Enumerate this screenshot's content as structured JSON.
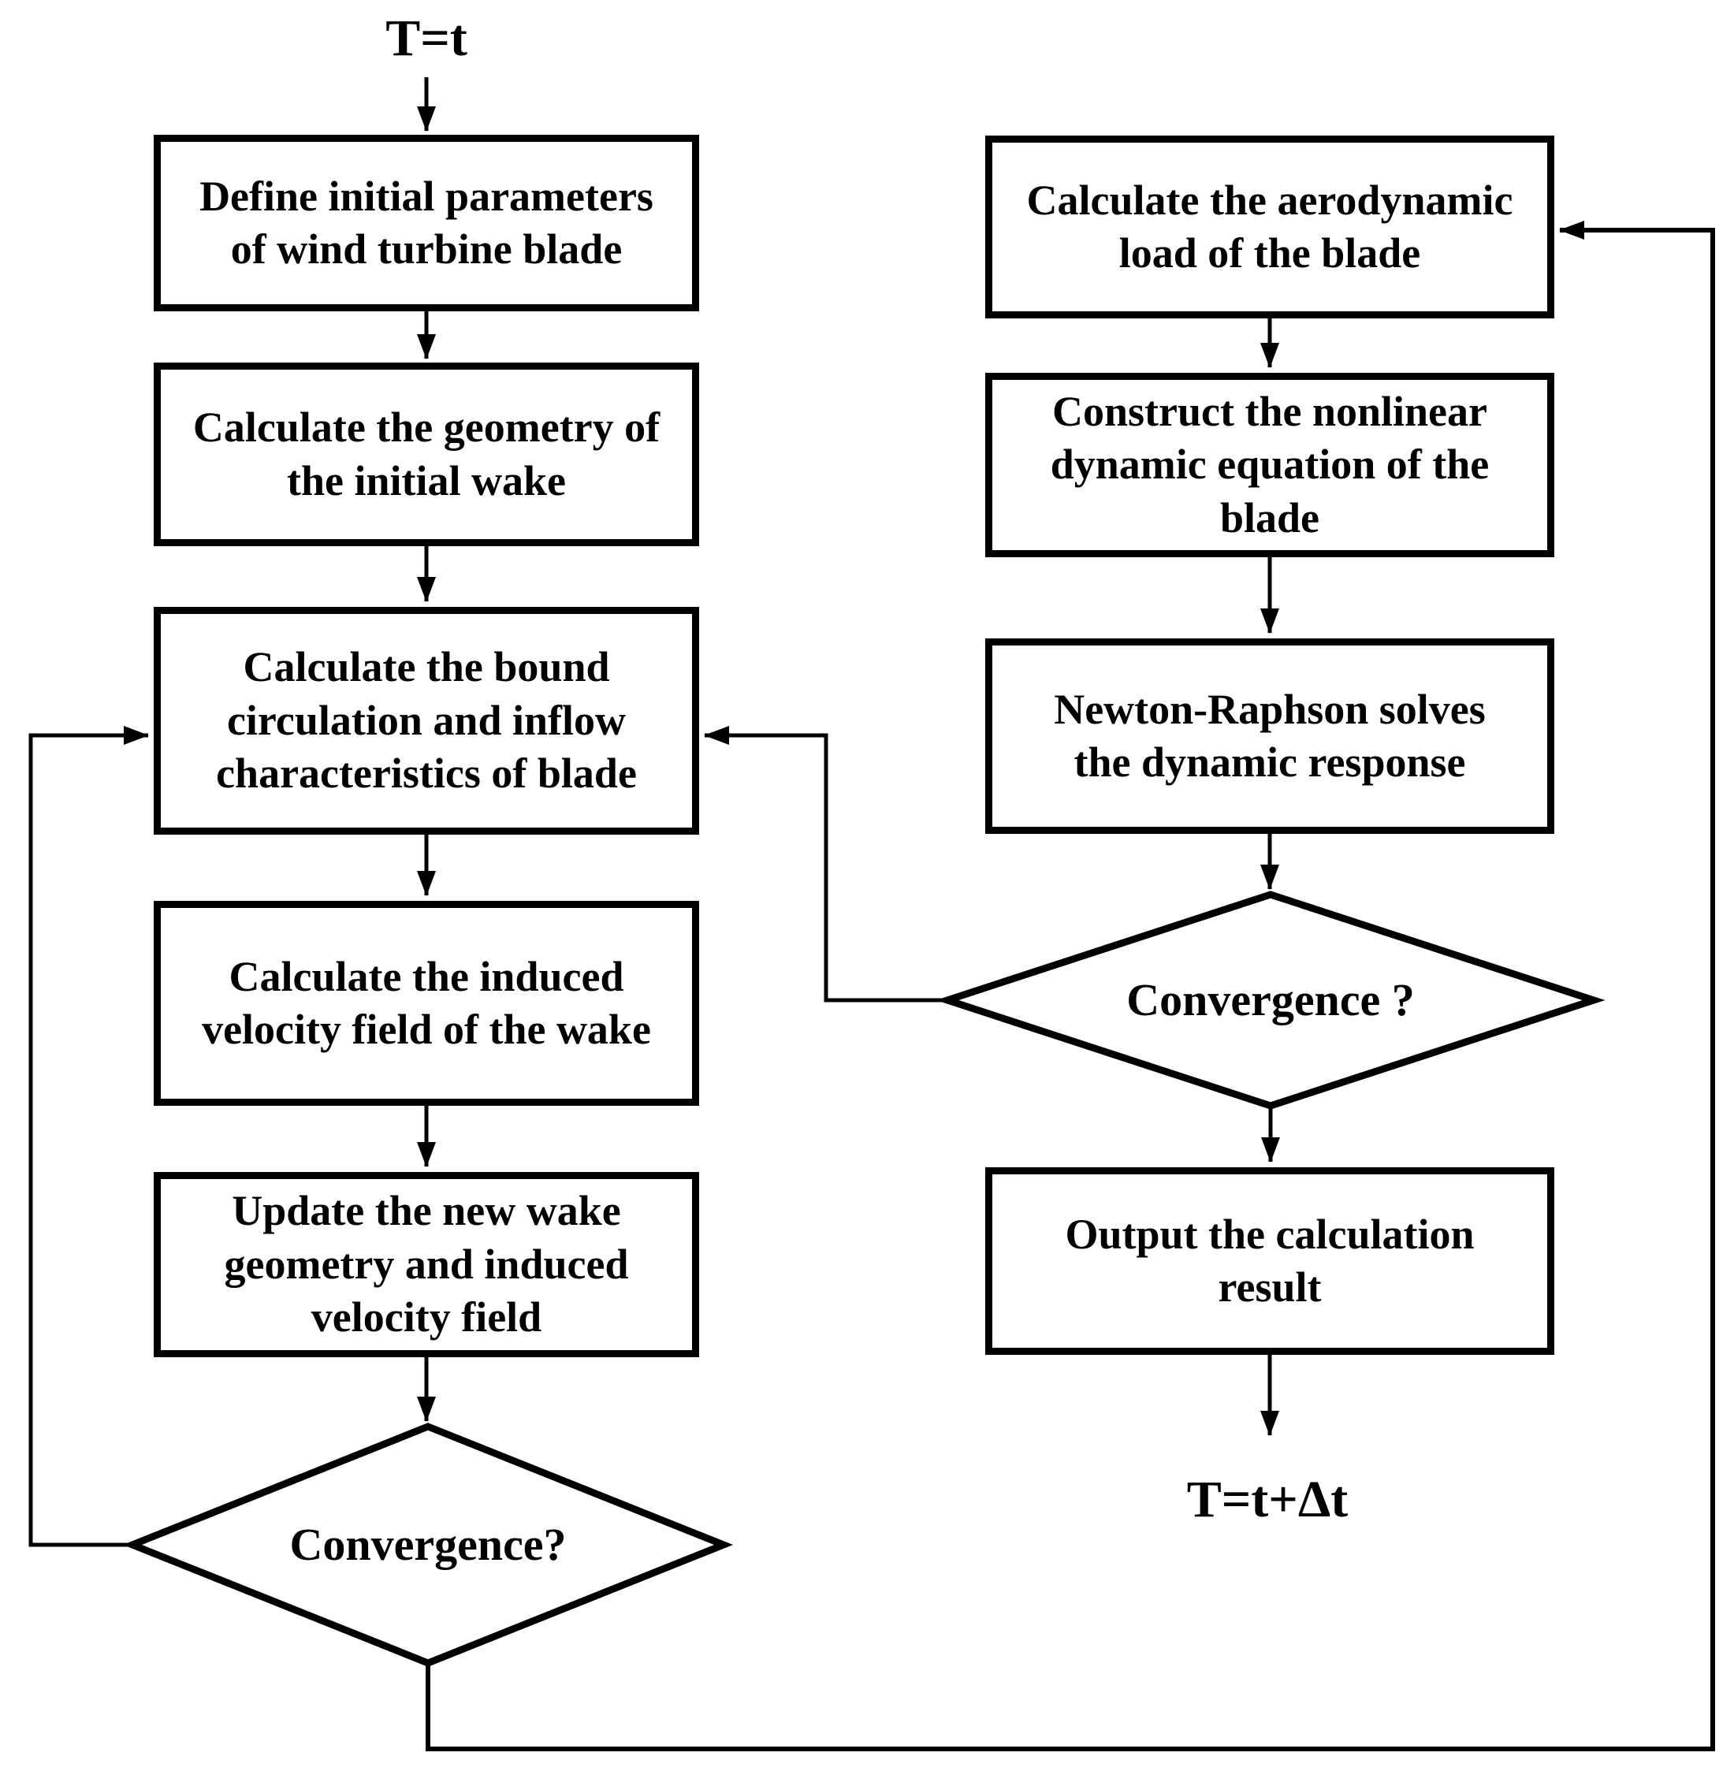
{
  "figure": {
    "background_color": "#ffffff",
    "line_color": "#000000",
    "text_color": "#000000"
  },
  "nodes": {
    "start": {
      "type": "label",
      "text": "T=t"
    },
    "define_params": {
      "type": "process",
      "text": "Define initial parameters\nof wind turbine blade"
    },
    "calc_wake_geometry": {
      "type": "process",
      "text": "Calculate the geometry of\nthe initial wake"
    },
    "calc_bound_circulation": {
      "type": "process",
      "text": "Calculate the bound\ncirculation and inflow\ncharacteristics of blade"
    },
    "calc_induced_velocity": {
      "type": "process",
      "text": "Calculate the induced\nvelocity field of the wake"
    },
    "update_wake": {
      "type": "process",
      "text": "Update the new wake\ngeometry and induced\nvelocity field"
    },
    "convergence_wake": {
      "type": "decision",
      "text": "Convergence?"
    },
    "calc_aero_load": {
      "type": "process",
      "text": "Calculate the aerodynamic\nload of the blade"
    },
    "construct_dynamic_eq": {
      "type": "process",
      "text": "Construct the nonlinear\ndynamic equation of the\nblade"
    },
    "newton_raphson": {
      "type": "process",
      "text": "Newton-Raphson solves\nthe dynamic response"
    },
    "convergence_dynamic": {
      "type": "decision",
      "text": "Convergence ?"
    },
    "output_result": {
      "type": "process",
      "text": "Output the calculation\nresult"
    },
    "end": {
      "type": "label",
      "text": "T=t+Δt"
    }
  },
  "edges": [
    {
      "from": "start",
      "to": "define_params"
    },
    {
      "from": "define_params",
      "to": "calc_wake_geometry"
    },
    {
      "from": "calc_wake_geometry",
      "to": "calc_bound_circulation"
    },
    {
      "from": "calc_bound_circulation",
      "to": "calc_induced_velocity"
    },
    {
      "from": "calc_induced_velocity",
      "to": "update_wake"
    },
    {
      "from": "update_wake",
      "to": "convergence_wake"
    },
    {
      "from": "convergence_wake",
      "to": "calc_bound_circulation"
    },
    {
      "from": "convergence_wake",
      "to": "calc_aero_load"
    },
    {
      "from": "calc_aero_load",
      "to": "construct_dynamic_eq"
    },
    {
      "from": "construct_dynamic_eq",
      "to": "newton_raphson"
    },
    {
      "from": "newton_raphson",
      "to": "convergence_dynamic"
    },
    {
      "from": "convergence_dynamic",
      "to": "calc_bound_circulation"
    },
    {
      "from": "convergence_dynamic",
      "to": "output_result"
    },
    {
      "from": "output_result",
      "to": "end"
    }
  ]
}
